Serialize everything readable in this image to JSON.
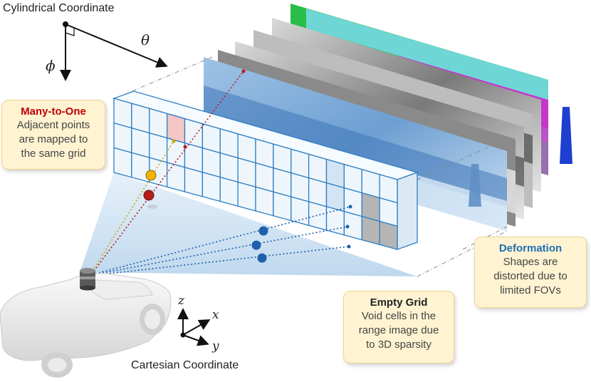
{
  "cylindrical": {
    "title": "Cylindrical Coordinate",
    "theta": "θ",
    "phi": "ϕ"
  },
  "cartesian": {
    "title": "Cartesian Coordinate",
    "x": "x",
    "y": "y",
    "z": "z"
  },
  "many_to_one": {
    "title": "Many-to-One",
    "lines": [
      "Adjacent points",
      "are mapped to",
      "the same grid"
    ],
    "title_color": "#c00000"
  },
  "empty_grid": {
    "title": "Empty Grid",
    "lines": [
      "Void cells in the",
      "range image due",
      "to 3D sparsity"
    ],
    "title_color": "#222222"
  },
  "deformation": {
    "title": "Deformation",
    "lines": [
      "Shapes are",
      "distorted due to",
      "limited FOVs"
    ],
    "title_color": "#1f6fb5"
  },
  "colors": {
    "grid_border": "#2e7fc4",
    "cell_fill": "#eef6fc",
    "highlight_cell": "#f4c6c6",
    "empty_cell": "#b5b5b5",
    "point_blue": "#1f5fae",
    "point_red": "#b81d1d",
    "point_yellow": "#f0b400"
  },
  "icons": {
    "sensor": "lidar-sensor-icon",
    "car": "car-icon"
  }
}
